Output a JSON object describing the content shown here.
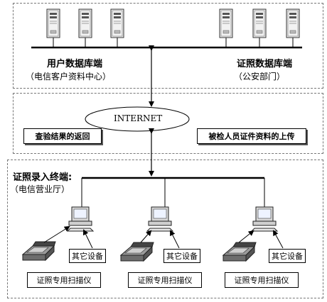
{
  "top": {
    "user_db": "用户数据库端",
    "user_db_sub": "（电信客户资料中心）",
    "cert_db": "证照数据库端",
    "cert_db_sub": "（公安部门）"
  },
  "middle": {
    "cloud": "INTERNET",
    "left_box": "查验结果的返回",
    "right_box": "被检人员证件资料的上传"
  },
  "bottom": {
    "terminal": "证照录入终端:",
    "terminal_sub": "（电信营业厅）",
    "stations": [
      {
        "scanner": "证照专用扫描仪",
        "other": "其它设备"
      },
      {
        "scanner": "证照专用扫描仪",
        "other": "其它设备"
      },
      {
        "scanner": "证照专用扫描仪",
        "other": "其它设备"
      }
    ]
  },
  "icons": {
    "server": "server-tower-icon",
    "pc": "desktop-computer-icon",
    "scanner": "flatbed-scanner-icon"
  }
}
